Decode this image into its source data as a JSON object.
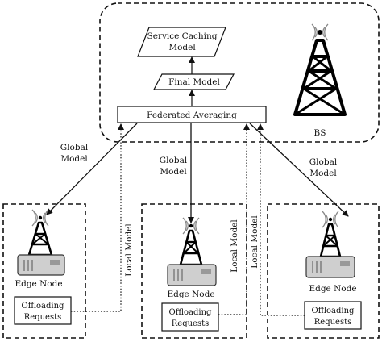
{
  "base_station": {
    "label": "BS",
    "service_caching_model": [
      "Service Caching",
      "Model"
    ],
    "final_model": "Final Model",
    "federated_averaging": "Federated Averaging"
  },
  "edge_nodes": [
    {
      "label": "Edge Node",
      "requests": [
        "Offloading",
        "Requests"
      ],
      "global_model_label": [
        "Global",
        "Model"
      ],
      "local_model_label": "Local Model"
    },
    {
      "label": "Edge Node",
      "requests": [
        "Offloading",
        "Requests"
      ],
      "global_model_label": [
        "Global",
        "Model"
      ],
      "local_model_label": "Local Model"
    },
    {
      "label": "Edge Node",
      "requests": [
        "Offloading",
        "Requests"
      ],
      "global_model_label": [
        "Global",
        "Model"
      ],
      "local_model_label": "Local Model"
    }
  ],
  "colors": {
    "stroke": "#111111",
    "tower": "#000000",
    "server_fill": "#cfcfcf",
    "background": "#ffffff"
  },
  "icons": [
    "antenna-tower-icon",
    "edge-server-icon"
  ]
}
